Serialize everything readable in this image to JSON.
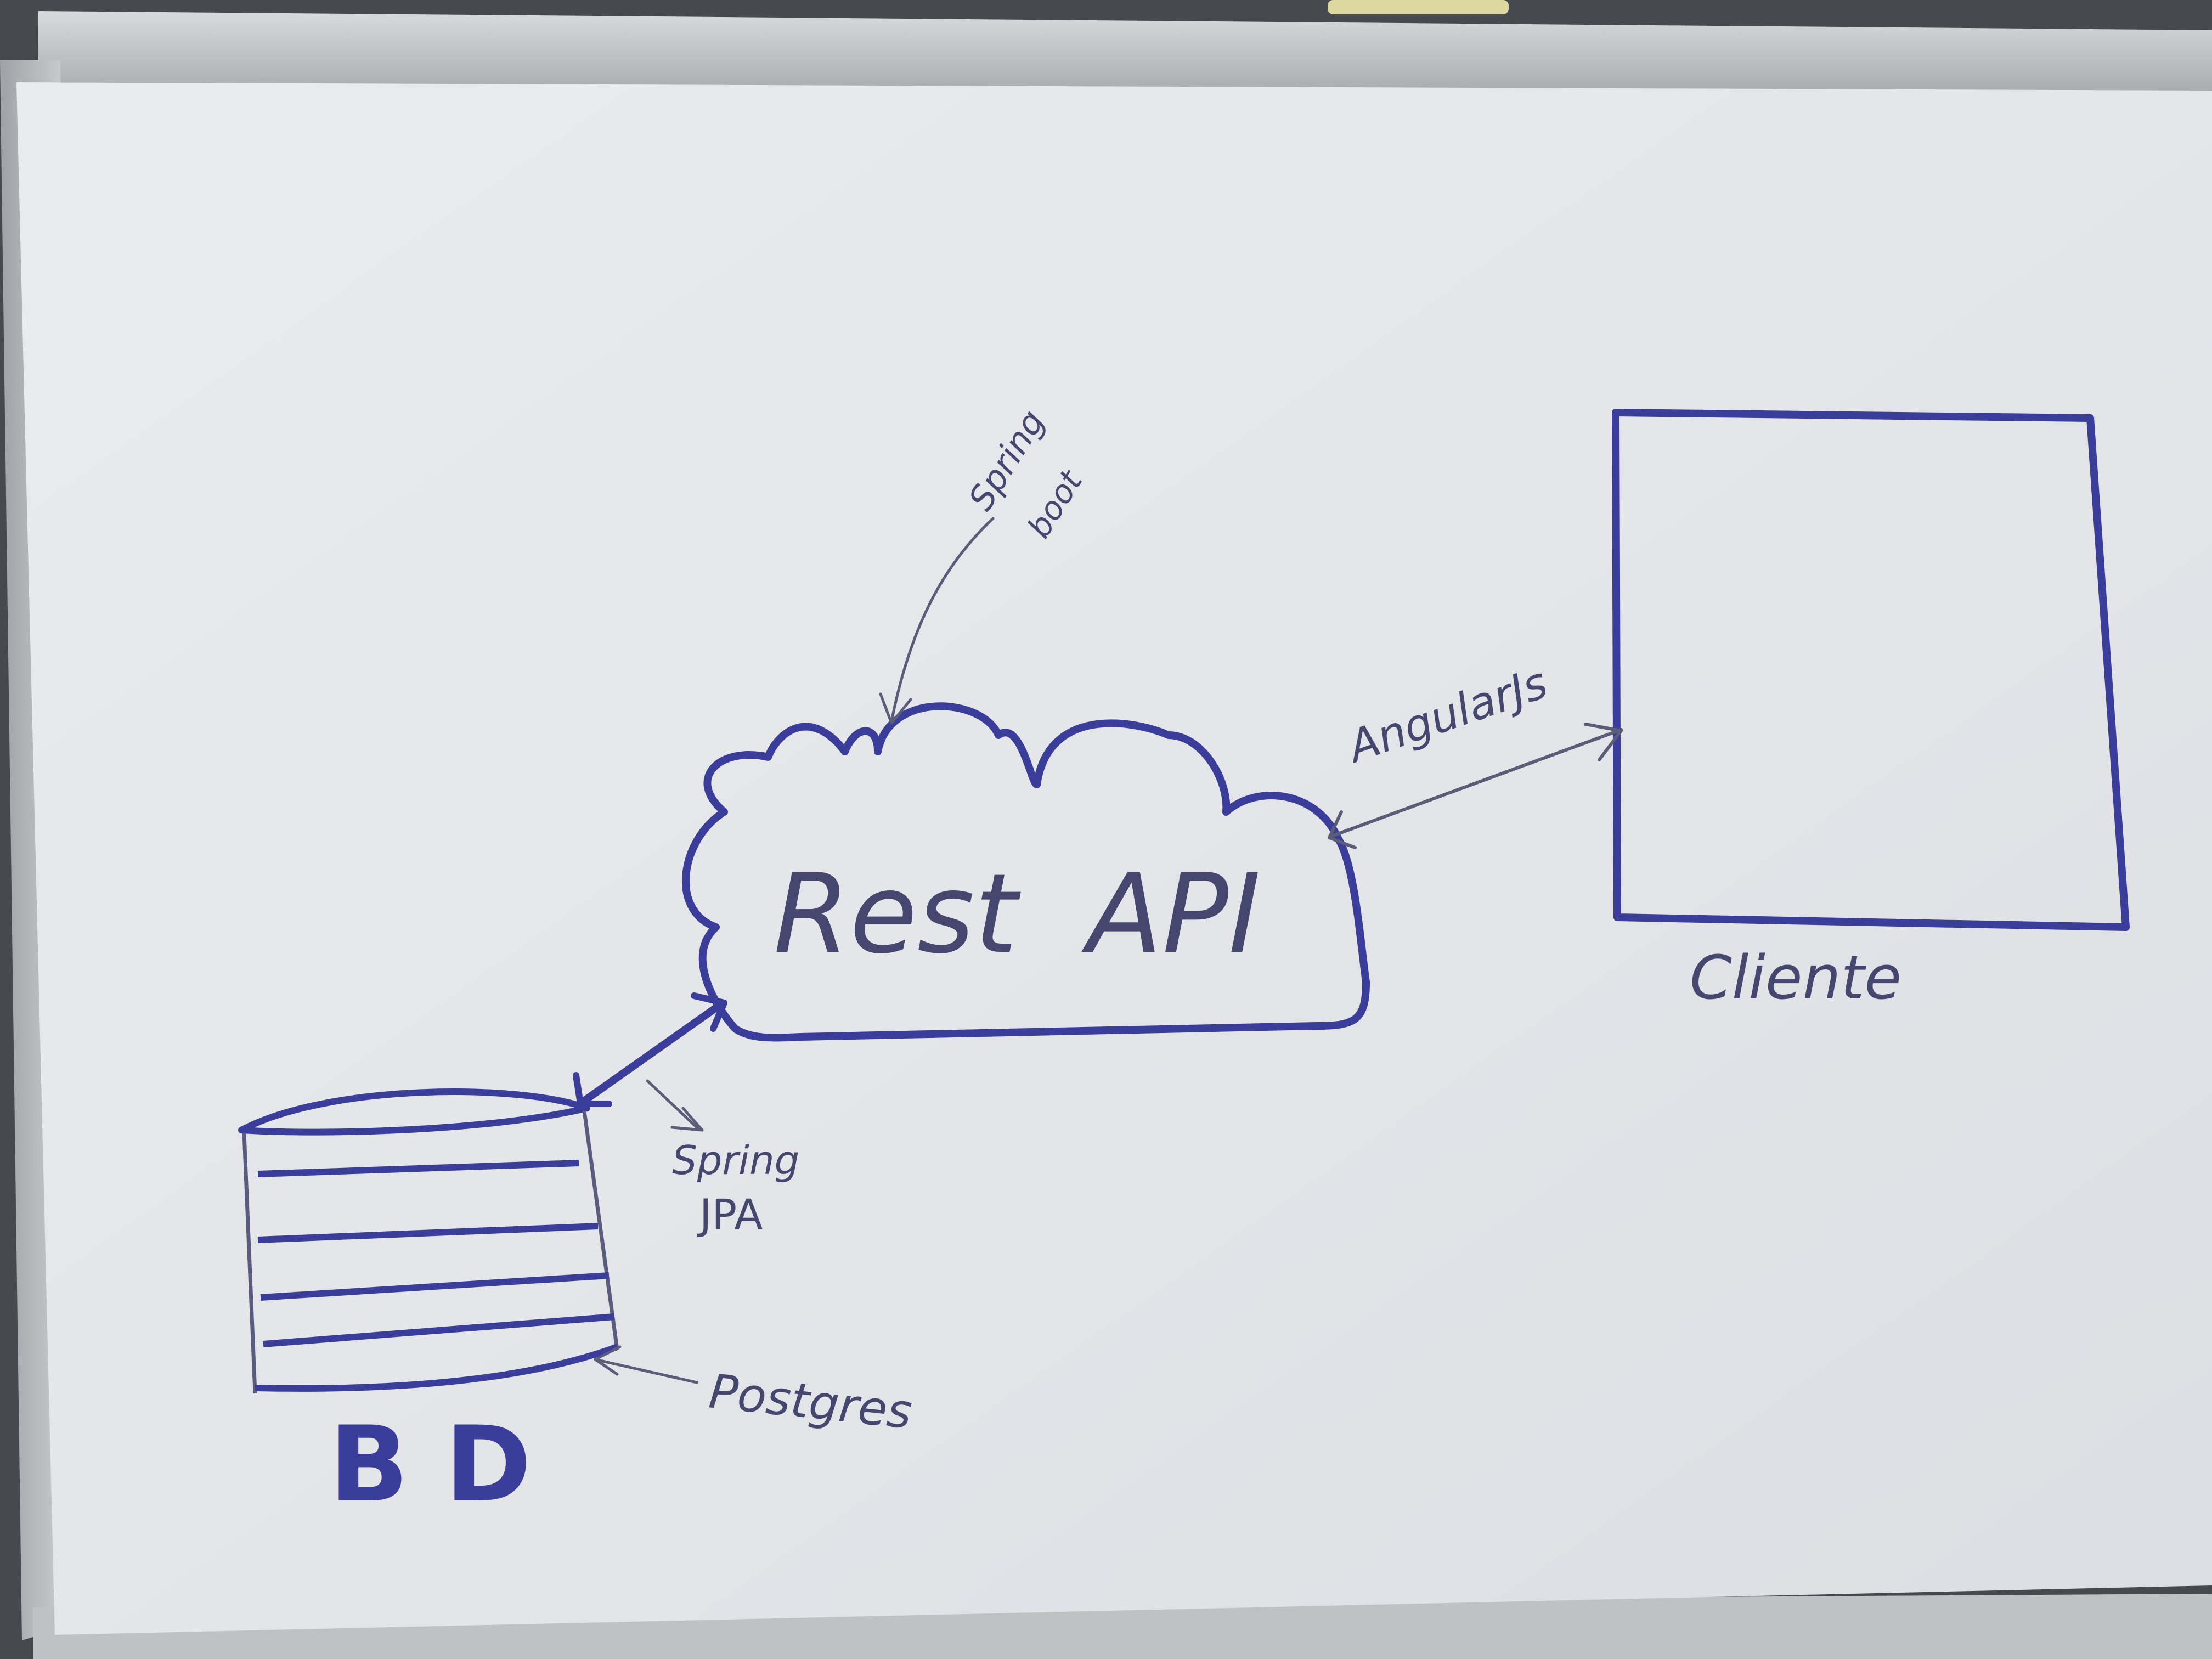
{
  "whiteboard": {
    "colors": {
      "board": "#e6e8ec",
      "frame": "#c9cbcf",
      "marker": "#3a3d9a",
      "pen": "#4a4c74"
    }
  },
  "diagram": {
    "nodes": {
      "api": {
        "label": "Rest  API",
        "shape": "cloud"
      },
      "client": {
        "label": "Cliente",
        "shape": "box"
      },
      "database": {
        "label": "B D",
        "shape": "cylinder"
      }
    },
    "annotations": {
      "spring_boot_line1": "Spring",
      "spring_boot_line2": "boot",
      "angular": "AngularJs",
      "spring_jpa_line1": "Spring",
      "spring_jpa_line2": "JPA",
      "postgres": "Postgres"
    },
    "edges": [
      {
        "from": "database",
        "to": "api",
        "style": "double-arrow"
      },
      {
        "from": "api",
        "to": "client",
        "style": "double-arrow"
      }
    ]
  }
}
